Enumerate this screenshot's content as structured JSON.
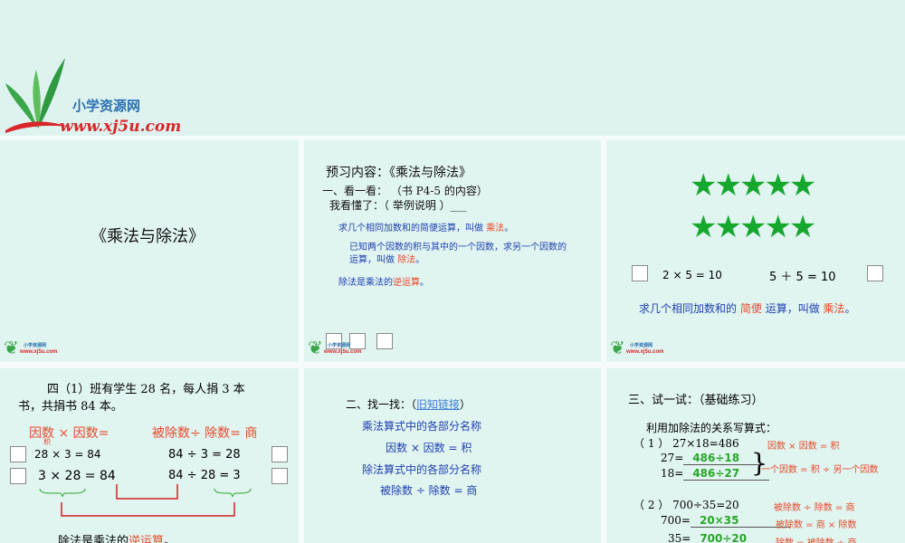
{
  "logo": {
    "name": "小学资源网",
    "url": "www.xj5u.com"
  },
  "slide1": {
    "title": "《乘法与除法》"
  },
  "slide2": {
    "heading": "预习内容：《乘法与除法》",
    "line1": "一、看一看：  （书 P4-5 的内容）",
    "line2": "我看懂了：（ 举例说明 ）___",
    "def1": "求几个相同加数和的简便运算，叫做",
    "def1_term": "乘法",
    "def2a": "已知两个因数的积与其中的一个因数，求另一个因数的",
    "def2b": "运算，叫做",
    "def2_term": "除法",
    "def3": "除法是乘法的",
    "def3_term": "逆运算",
    "end": "。"
  },
  "slide3": {
    "eq1": "2 × 5 = 10",
    "eq2": "5  ＋  5 = 10",
    "text": "求几个相同加数和的",
    "term1": "简便",
    "mid": "运算，叫做",
    "term2": "乘法",
    "end": "。"
  },
  "slide4": {
    "problem1": "四（1）班有学生 28 名，每人捐 3 本",
    "problem2": "书，共捐书 84 本。",
    "mul_label": "因数 × 因数=",
    "product_label": "积",
    "div_label": "被除数÷ 除数=  商",
    "eq1": "28 × 3 = 84",
    "eq2": "3 × 28 = 84",
    "eq3": "84  ÷ 3 = 28",
    "eq4": "84  ÷ 28 = 3",
    "conclusion": "除法是乘法的",
    "conclusion_term": "逆运算",
    "end": "。"
  },
  "slide5": {
    "heading": "二、找一找：（",
    "link": "旧知链接",
    "heading_end": "）",
    "l1": "乘法算式中的各部分名称",
    "l2": "因数 × 因数 = 积",
    "l3": "除法算式中的各部分名称",
    "l4": "被除数 ÷ 除数 = 商"
  },
  "slide6": {
    "heading": "三、试一试：（基础练习）",
    "intro": "利用加除法的关系写算式：",
    "q1": "（ 1 ）  27×18=486",
    "q1a": "27=",
    "q1a_ans": "486÷18",
    "q1b": "18=",
    "q1b_ans": "486÷27",
    "r1": "因数 × 因数 = 积",
    "r2": "一个因数 = 积 ÷ 另一个因数",
    "q2": "（ 2 ）  700÷35=20",
    "q2a": "700=",
    "q2a_ans": "20×35",
    "q2b": "35=",
    "q2b_ans": "700÷20",
    "r3": "被除数 ÷ 除数 = 商",
    "r4": "被除数 = 商 × 除数",
    "r5": "除数 = 被除数 ÷ 商"
  }
}
